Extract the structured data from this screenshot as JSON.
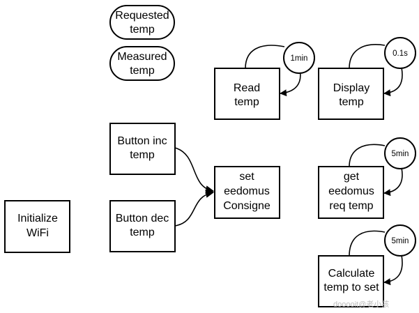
{
  "nodes": {
    "requested_temp": [
      "Requested",
      "temp"
    ],
    "measured_temp": [
      "Measured",
      "temp"
    ],
    "read_temp": [
      "Read",
      "temp"
    ],
    "display_temp": [
      "Display",
      "temp"
    ],
    "button_inc": [
      "Button inc",
      "temp"
    ],
    "button_dec": [
      "Button dec",
      "temp"
    ],
    "set_consigne": [
      "set",
      "eedomus",
      "Consigne"
    ],
    "get_req_temp": [
      "get",
      "eedomus",
      "req temp"
    ],
    "initialize_wifi": [
      "Initialize",
      "WiFi"
    ],
    "calculate_temp": [
      "Calculate",
      "temp to set"
    ]
  },
  "timers": {
    "read_temp": "1min",
    "display_temp": "0.1s",
    "get_req_temp": "5min",
    "calculate_temp": "5min"
  },
  "watermark": "dooooit@老小孩"
}
